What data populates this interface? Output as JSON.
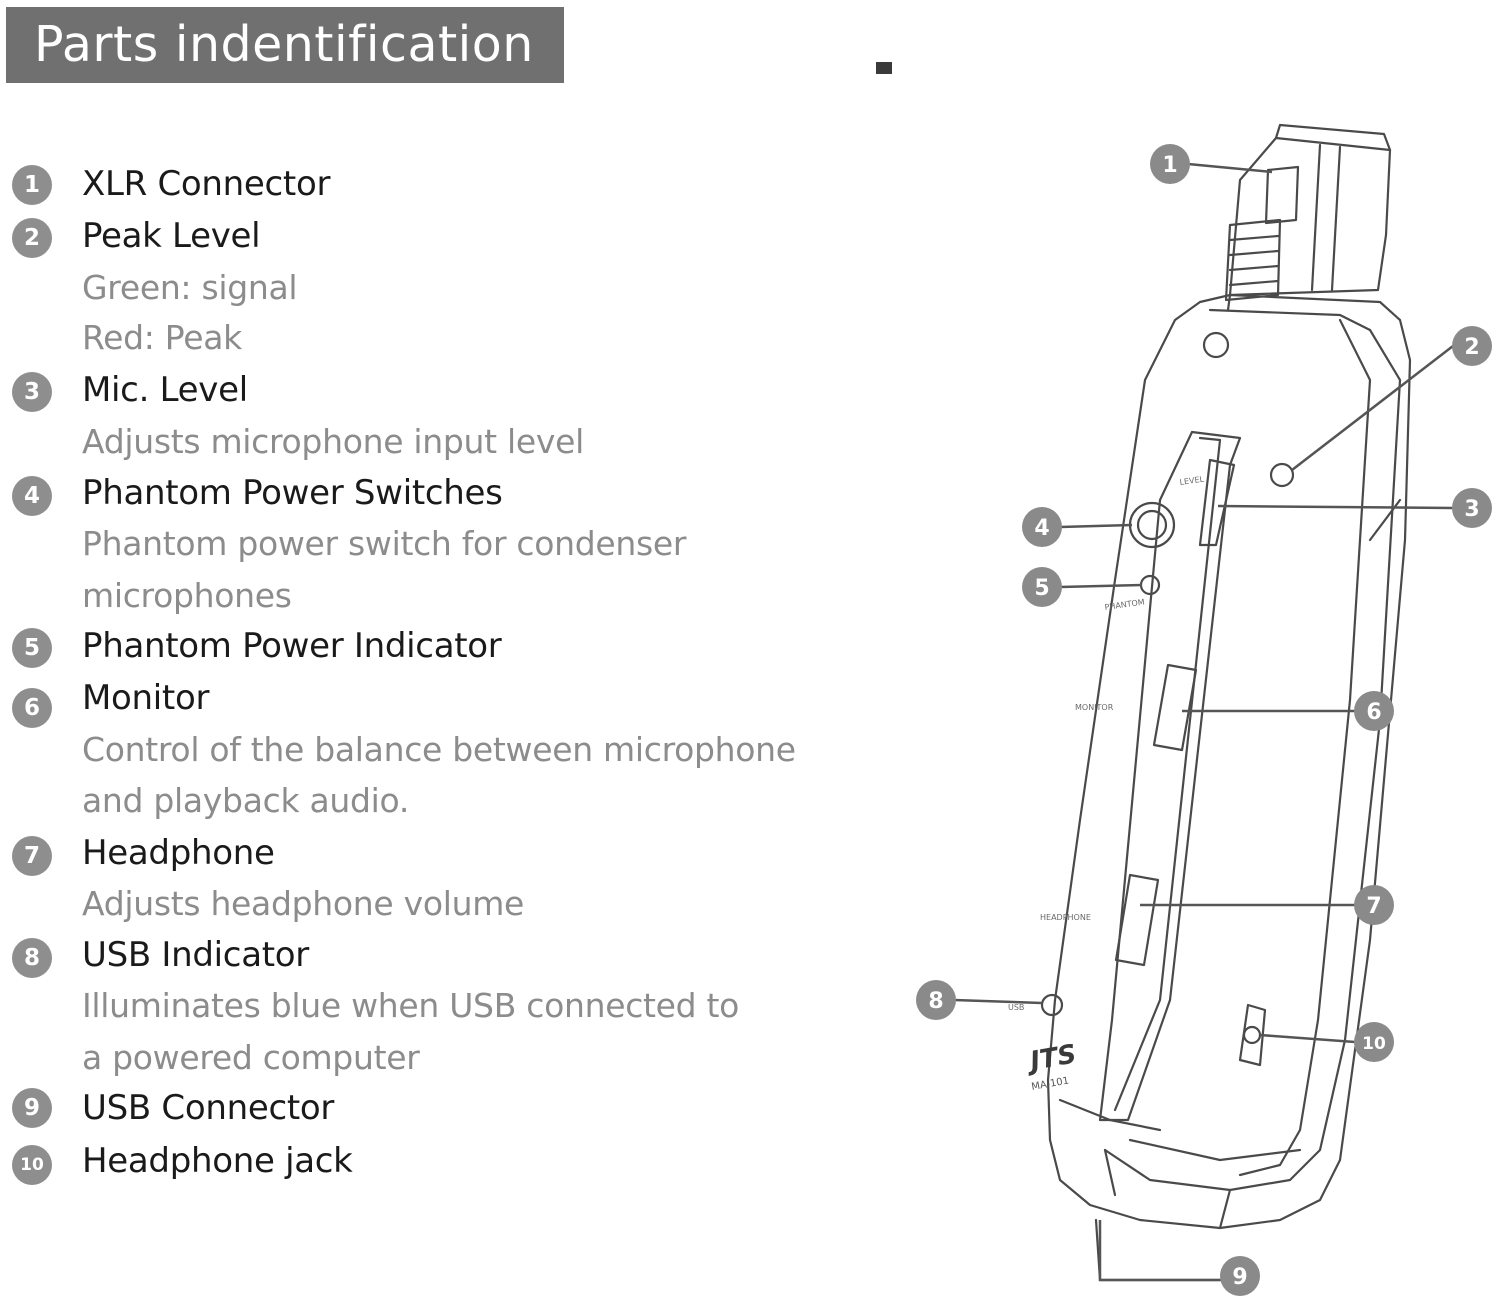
{
  "header": {
    "title": "Parts indentification"
  },
  "parts": [
    {
      "number": "1",
      "name": "XLR  Connector",
      "desc": []
    },
    {
      "number": "2",
      "name": "Peak Level",
      "desc": [
        "Green: signal",
        "Red: Peak"
      ]
    },
    {
      "number": "3",
      "name": "Mic. Level",
      "desc": [
        "Adjusts microphone input level"
      ]
    },
    {
      "number": "4",
      "name": "Phantom Power Switches",
      "desc": [
        "Phantom power switch for condenser",
        "microphones"
      ]
    },
    {
      "number": "5",
      "name": "Phantom Power Indicator",
      "desc": []
    },
    {
      "number": "6",
      "name": "Monitor",
      "desc": [
        "Control of the balance between microphone",
        "and playback audio."
      ]
    },
    {
      "number": "7",
      "name": "Headphone",
      "desc": [
        "Adjusts headphone volume"
      ]
    },
    {
      "number": "8",
      "name": "USB Indicator",
      "desc": [
        "Illuminates blue when USB connected to",
        "a powered computer"
      ]
    },
    {
      "number": "9",
      "name": "USB Connector",
      "desc": []
    },
    {
      "number": "10",
      "name": "Headphone jack",
      "desc": []
    }
  ],
  "diagram": {
    "device_labels": {
      "top": "LEVEL",
      "phantom": "PHANTOM",
      "monitor": "MONITOR",
      "headphone": "HEADPHONE",
      "usb": "USB"
    },
    "brand": "JTS",
    "model": "MA-101",
    "callouts": [
      "1",
      "2",
      "3",
      "4",
      "5",
      "6",
      "7",
      "8",
      "9",
      "10"
    ]
  },
  "colors": {
    "title_bg": "#707070",
    "badge": "#8e8e8e",
    "name_text": "#1a1a1a",
    "desc_text": "#8c8c8c"
  }
}
